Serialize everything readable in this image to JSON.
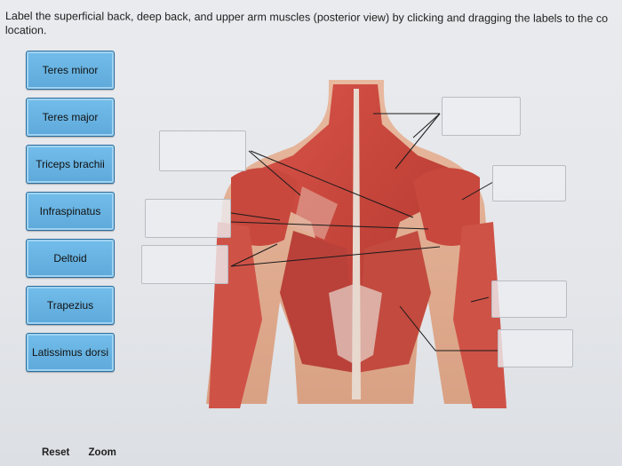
{
  "instructions": {
    "line1": "Label the superficial back, deep back, and upper arm muscles (posterior view) by clicking and dragging the labels to the co",
    "line2": "location."
  },
  "labels": [
    {
      "id": "teres-minor",
      "text": "Teres minor"
    },
    {
      "id": "teres-major",
      "text": "Teres major"
    },
    {
      "id": "triceps-brachii",
      "text": "Triceps brachii"
    },
    {
      "id": "infraspinatus",
      "text": "Infraspinatus"
    },
    {
      "id": "deltoid",
      "text": "Deltoid"
    },
    {
      "id": "trapezius",
      "text": "Trapezius"
    },
    {
      "id": "latissimus-dorsi",
      "text": "Latissimus dorsi"
    }
  ],
  "footer": {
    "reset": "Reset",
    "zoom": "Zoom"
  },
  "colors": {
    "label_fill": "#62addd",
    "label_border": "#2b6c9c",
    "muscle": "#c9473a",
    "tendon": "#e8d9cf"
  }
}
